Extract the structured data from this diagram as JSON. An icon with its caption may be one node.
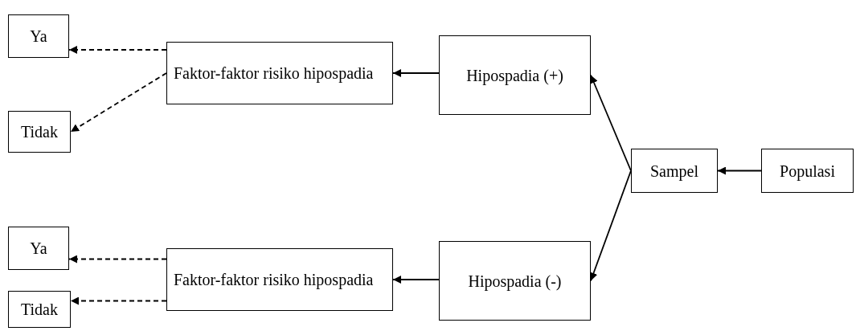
{
  "diagram": {
    "nodes": [
      {
        "text": [
          "Ya"
        ]
      },
      {
        "text": [
          "Faktor-faktor risiko hipospadia"
        ]
      },
      {
        "text": [
          "Hipospadia (+)"
        ]
      },
      {
        "text": [
          "Tidak"
        ]
      },
      {
        "text": [
          "Sampel"
        ]
      },
      {
        "text": [
          "Populasi"
        ]
      },
      {
        "text": [
          "Ya"
        ]
      },
      {
        "text": [
          "Faktor-faktor risiko hipospadia"
        ]
      },
      {
        "text": [
          "Hipospadia (-)"
        ]
      },
      {
        "text": [
          "Tidak"
        ]
      }
    ],
    "edges": [
      {
        "from": 5,
        "to": 4,
        "arrow": "to"
      },
      {
        "from": 4,
        "to": 2,
        "arrow": "to"
      },
      {
        "from": 4,
        "to": 8,
        "arrow": "to"
      },
      {
        "from": 2,
        "to": 1,
        "arrow": "to"
      },
      {
        "from": 8,
        "to": 7,
        "arrow": "to"
      },
      {
        "from": 1,
        "to": 0,
        "arrow": "to",
        "style": "dashed"
      },
      {
        "from": 1,
        "to": 3,
        "arrow": "to",
        "style": "dashed"
      },
      {
        "from": 7,
        "to": 6,
        "arrow": "to",
        "style": "dashed"
      },
      {
        "from": 7,
        "to": 9,
        "arrow": "to",
        "style": "dashed"
      }
    ]
  }
}
